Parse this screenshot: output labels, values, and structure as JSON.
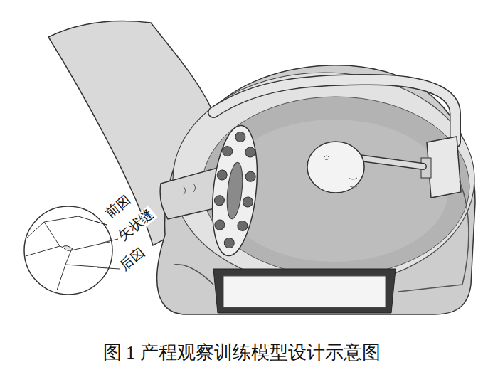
{
  "diagram": {
    "caption": "图 1 产程观察训练模型设计示意图",
    "labels": [
      "前囟",
      "矢状缝",
      "后囟"
    ]
  }
}
